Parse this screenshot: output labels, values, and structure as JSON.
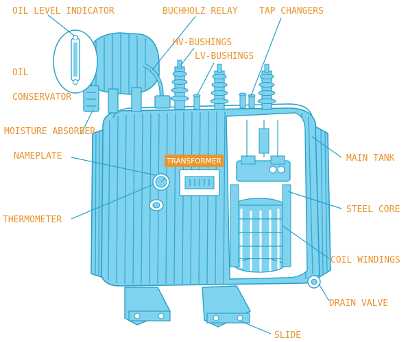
{
  "labels": {
    "oil_level_indicator": "OIL LEVEL INDICATOR",
    "buchholz_relay": "BUCHHOLZ RELAY",
    "tap_changers": "TAP CHANGERS",
    "hv_bushings": "HV-BUSHINGS",
    "lv_bushings": "LV-BUSHINGS",
    "oil": "OIL",
    "conservator": "CONSERVATOR",
    "moisture_absorber": "MOISTURE ABSORBER",
    "nameplate": "NAMEPLATE",
    "transformer_plate": "TRANSFORMER",
    "thermometer": "THERMOMETER",
    "main_tank": "MAIN TANK",
    "steel_core": "STEEL CORE",
    "coil_windings": "COIL WINDINGS",
    "drain_valve": "DRAIN VALVE",
    "slide": "SLIDE"
  },
  "colors": {
    "label": "#e8952e",
    "line": "#2a9fc8",
    "body": "#7fd3ee",
    "plate": "#e8952e"
  }
}
